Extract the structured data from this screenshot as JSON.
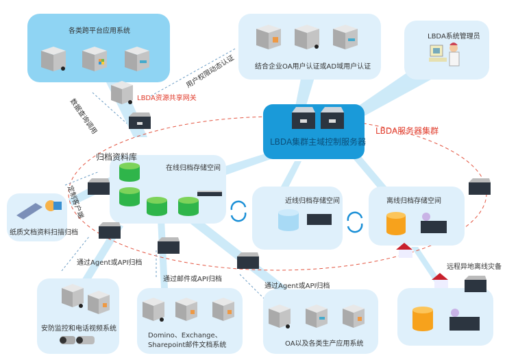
{
  "diagram": {
    "title_hint": "LBDA archive system architecture",
    "nodes": {
      "cross_platform": {
        "label": "各类跨平台应用系统",
        "icons": [
          "linux-server-icon",
          "windows-server-icon",
          "generic-server-icon"
        ]
      },
      "oa_auth": {
        "label": "结合企业OA用户认证或AD域用户认证",
        "icons": [
          "windows-server-icon",
          "linux-server-icon",
          "generic-server-icon"
        ]
      },
      "admin": {
        "label": "LBDA系统管理员"
      },
      "gateway": {
        "label": "LBDA资源共享网关"
      },
      "core": {
        "label": "LBDA集群主域控制服务器"
      },
      "cluster": {
        "label": "LBDA服务器集群"
      },
      "archive_db": {
        "label": "归档资料库"
      },
      "online": {
        "label": "在线归档存储空间"
      },
      "nearline": {
        "label": "近线归档存储空间"
      },
      "offline": {
        "label": "离线归档存储空间"
      },
      "paper": {
        "label": "纸质文档资料扫描归档"
      },
      "remote": {
        "label": "远程异地离线灾备"
      },
      "security": {
        "label": "安防监控和电话视频系统"
      },
      "mail": {
        "label_line1": "Domino、Exchange、",
        "label_line2": "Sharepoint邮件文档系统"
      },
      "oa_apps": {
        "label": "OA以及各类生产应用系统"
      }
    },
    "edges": {
      "data_query": "数据查询调用",
      "user_auth": "用户权限动态认证",
      "custom_client": "定制客户端",
      "agent_api_1": "通过Agent或API归档",
      "mail_api": "通过邮件或API归档",
      "agent_api_2": "通过Agent或API归档"
    },
    "colors": {
      "panel_light": "#dff0fb",
      "panel_dark": "#8fd4f3",
      "core": "#1a9ad9",
      "cluster_line": "#e3533f",
      "db_green": "#2fb54a",
      "db_blue": "#a8daf5",
      "db_orange": "#f7a21c",
      "sync_arrow": "#1a8fd6"
    }
  }
}
